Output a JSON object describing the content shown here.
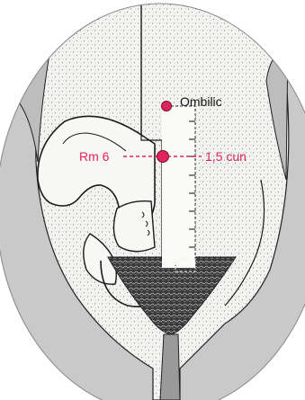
{
  "colors": {
    "accent": "#e0245e",
    "ink": "#1a1a1a",
    "shade": "#c9c9c9",
    "paper": "#f3f3f1"
  },
  "labels": {
    "navel": "Ombilic",
    "point": "Rm 6",
    "distance": "1,5 cun"
  }
}
